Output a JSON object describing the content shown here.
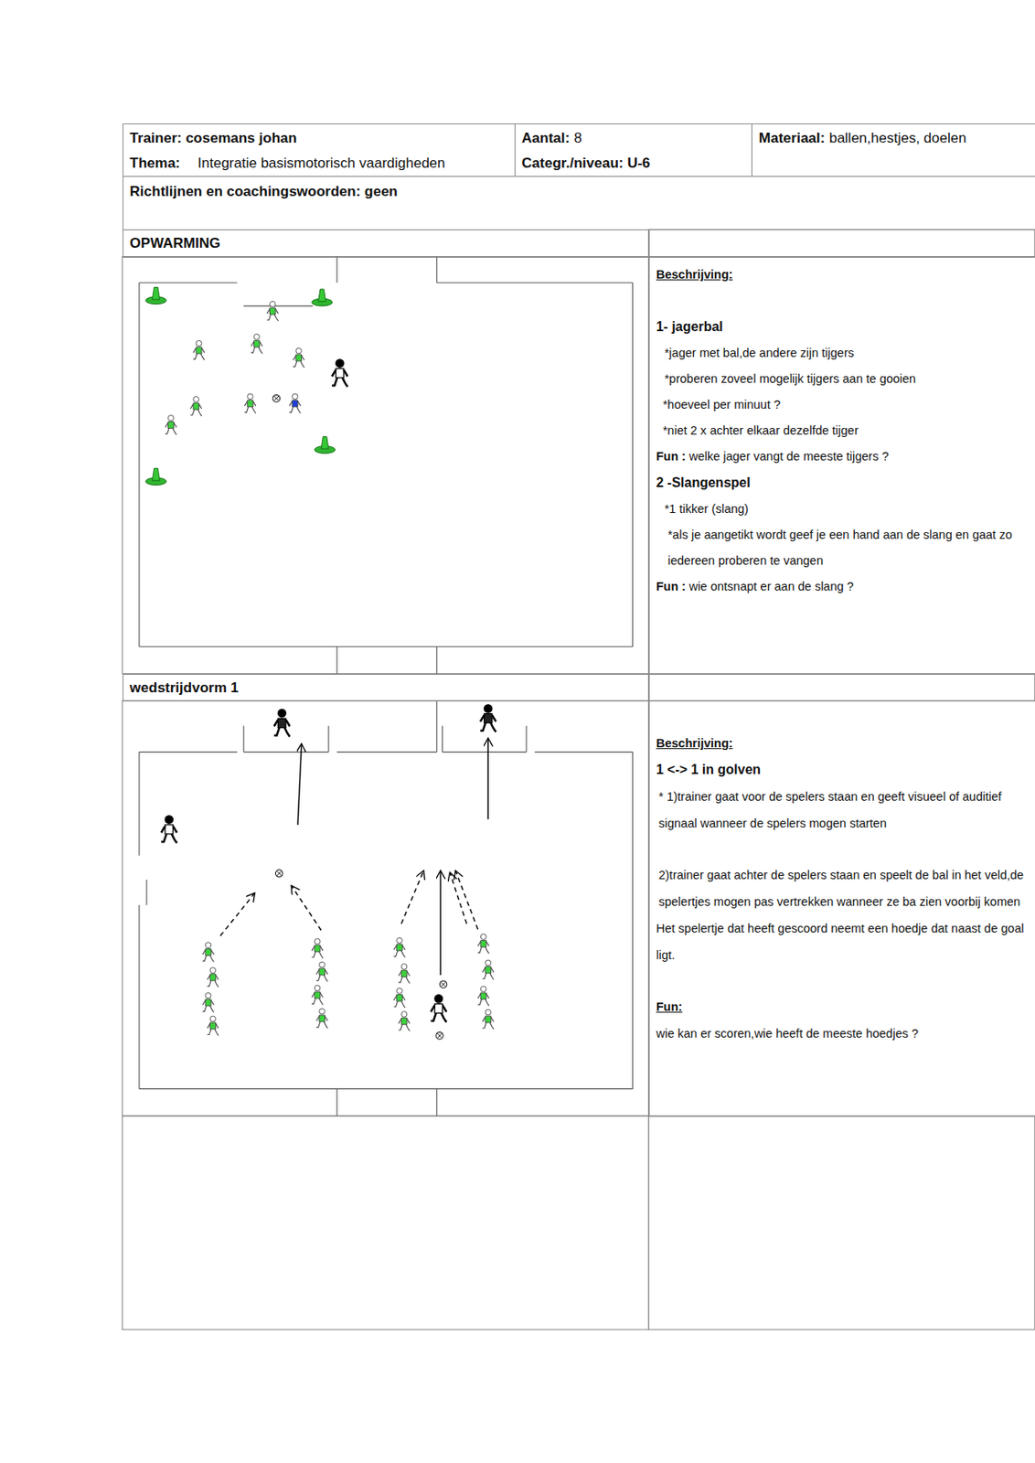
{
  "diagram": {
    "nodes": [
      {
        "text": [
          "Trainer: cosemans johan",
          "Thema:",
          "Integratie basismotorisch vaardigheden"
        ]
      },
      {
        "text": [
          "Aantal:",
          "8",
          "Categr./niveau: U-6"
        ]
      },
      {
        "text": [
          "Materiaal:",
          "ballen,hestjes, doelen"
        ]
      },
      {
        "text": [
          "Richtlijnen en coachingswoorden: geen"
        ]
      },
      {
        "text": [
          "OPWARMING"
        ]
      },
      {
        "text": [
          "Beschrijving:",
          "1- jagerbal",
          "*jager met bal,de andere zijn tijgers",
          "*proberen zoveel mogelijk tijgers aan te gooien",
          "*hoeveel per minuut ?",
          "*niet 2 x achter elkaar dezelfde tijger",
          "Fun :",
          "welke jager vangt de meeste tijgers ?",
          "2 -Slangenspel",
          "*1 tikker (slang)",
          "*als je aangetikt wordt geef je een hand aan de slang en gaat zo iedereen proberen te vangen",
          "Fun :",
          "wie ontsnapt er aan de slang ?"
        ]
      },
      {
        "text": [
          "wedstrijdvorm 1"
        ]
      },
      {
        "text": [
          "Beschrijving:",
          "1 <-> 1 in golven",
          "* 1)trainer gaat voor de spelers staan en geeft visueel of auditief signaal wanneer de spelers mogen starten",
          "2)trainer gaat achter de spelers staan en speelt de bal in het veld,de spelertjes mogen pas vertrekken wanneer ze ba zien voorbij komen",
          "Het spelertje dat heeft gescoord neemt een hoedje dat naast de goal ligt.",
          "Fun:",
          "wie kan er scoren,wie heeft de meeste hoedjes ?"
        ]
      }
    ]
  }
}
